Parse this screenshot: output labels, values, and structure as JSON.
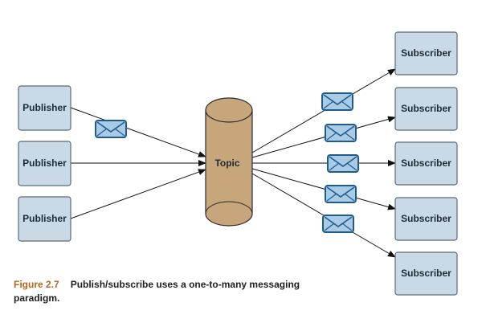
{
  "colors": {
    "box_fill": "#c9dae6",
    "box_stroke": "#5a6b78",
    "topic_fill": "#c8a67c",
    "topic_stroke": "#2b2b2b",
    "envelope_fill": "#a9cbe6",
    "envelope_stroke": "#1f5b8c",
    "arrow": "#111111",
    "figure_label": "#b5651d"
  },
  "publishers": [
    "Publisher",
    "Publisher",
    "Publisher"
  ],
  "topic": "Topic",
  "subscribers": [
    "Subscriber",
    "Subscriber",
    "Subscriber",
    "Subscriber",
    "Subscriber"
  ],
  "message_icon": "envelope-icon",
  "caption": {
    "figure": "Figure 2.7",
    "text": "Publish/subscribe uses a one-to-many messaging paradigm."
  }
}
